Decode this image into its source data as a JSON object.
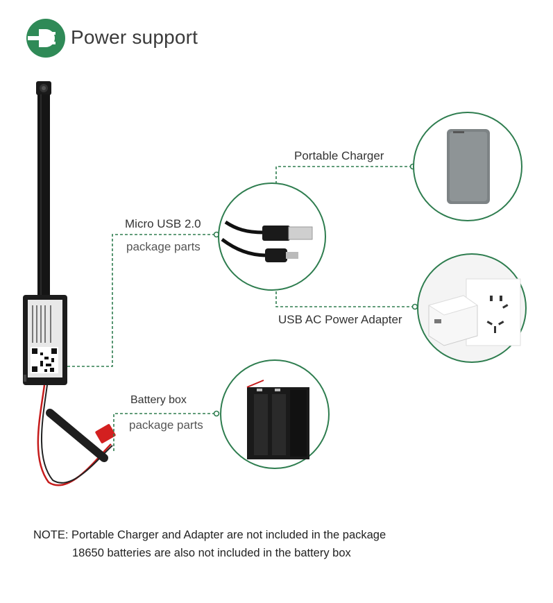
{
  "header": {
    "title": "Power support"
  },
  "labels": {
    "portable_charger": "Portable Charger",
    "micro_usb": "Micro USB 2.0",
    "micro_usb_sub": "package parts",
    "usb_ac_adapter": "USB AC Power Adapter",
    "battery_box": "Battery box",
    "battery_box_sub": "package parts"
  },
  "note": {
    "line1": "NOTE: Portable Charger and Adapter are not included in the package",
    "line2": "18650 batteries are also not included in the battery box"
  },
  "colors": {
    "accent_green": "#2e7d4f",
    "icon_bg": "#2f8a57"
  },
  "icons": {
    "header": "power-plug-icon"
  }
}
